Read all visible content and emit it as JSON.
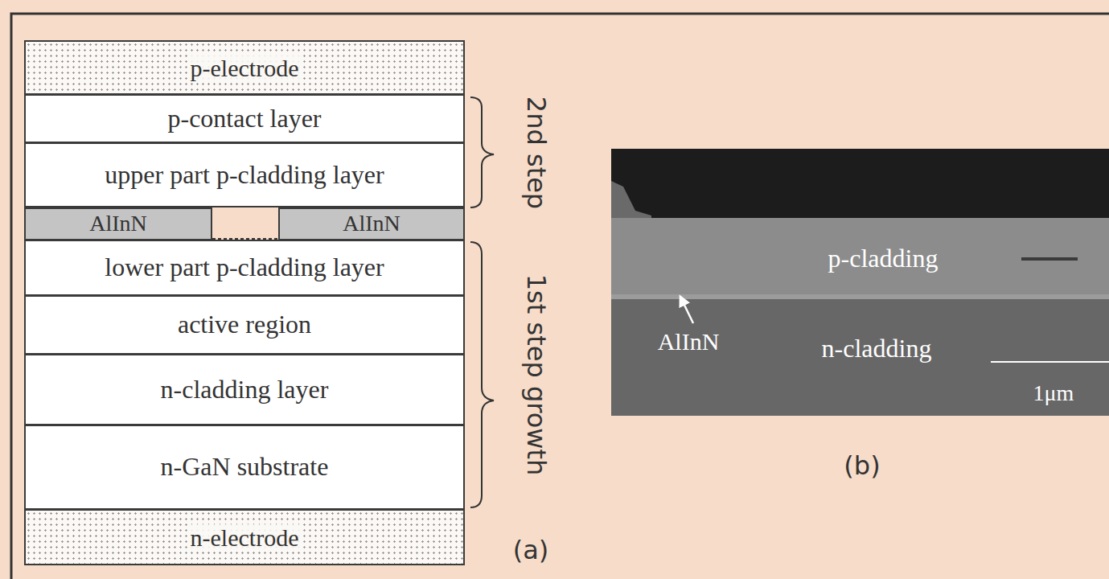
{
  "diagram": {
    "nodes": [
      {
        "text": [
          "p-electrode"
        ]
      },
      {
        "text": [
          "p-contact layer"
        ]
      },
      {
        "text": [
          "upper part p-cladding layer"
        ]
      },
      {
        "text": [
          "AlInN"
        ]
      },
      {
        "text": [
          "AlInN"
        ]
      },
      {
        "text": [
          "lower part p-cladding layer"
        ]
      },
      {
        "text": [
          "active region"
        ]
      },
      {
        "text": [
          "n-cladding layer"
        ]
      },
      {
        "text": [
          "n-GaN substrate"
        ]
      },
      {
        "text": [
          "n-electrode"
        ]
      }
    ],
    "labels": [
      "2nd step",
      "1st step growth",
      "(a)",
      "p-cladding",
      "n-cladding",
      "AlInN",
      "1μm",
      "(b)"
    ]
  }
}
